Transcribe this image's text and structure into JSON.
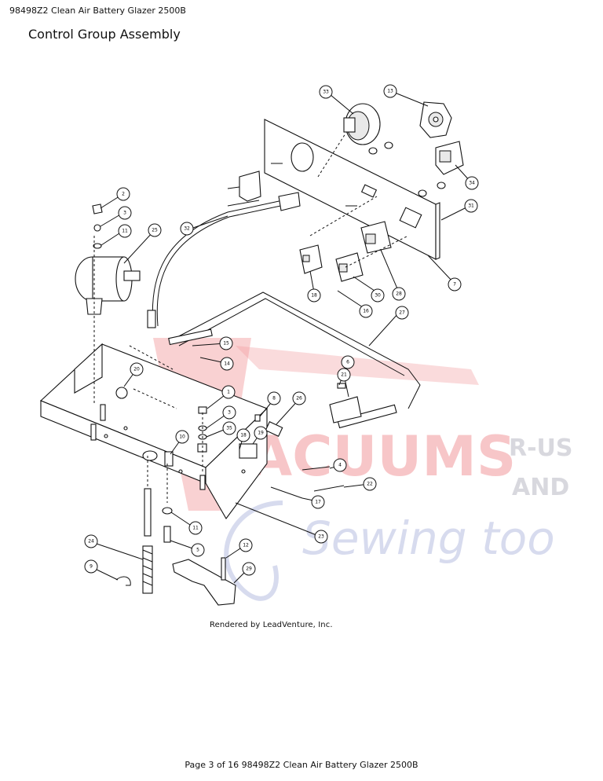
{
  "header": {
    "doc_line": "98498Z2 Clean Air Battery Glazer 2500B",
    "page_title": "Control Group Assembly"
  },
  "diagram": {
    "credit": "Rendered by LeadVenture, Inc.",
    "callouts": [
      "33",
      "13",
      "2",
      "3",
      "11",
      "25",
      "32",
      "34",
      "31",
      "7",
      "18",
      "30",
      "28",
      "16",
      "27",
      "15",
      "14",
      "20",
      "6",
      "21",
      "1",
      "8",
      "26",
      "3",
      "35",
      "10",
      "19",
      "18",
      "4",
      "22",
      "17",
      "11",
      "5",
      "23",
      "12",
      "29",
      "24",
      "9"
    ]
  },
  "watermark": {
    "brand_line1": "ACUUMS",
    "brand_suffix1": "R-US",
    "brand_suffix2": "AND",
    "brand_line2": "Sewing too",
    "red": "#e8454b",
    "gray": "#b8b8c4",
    "lavender": "#b7bde0"
  },
  "footer": {
    "page_info": "Page 3 of 16 98498Z2 Clean Air Battery Glazer 2500B"
  }
}
